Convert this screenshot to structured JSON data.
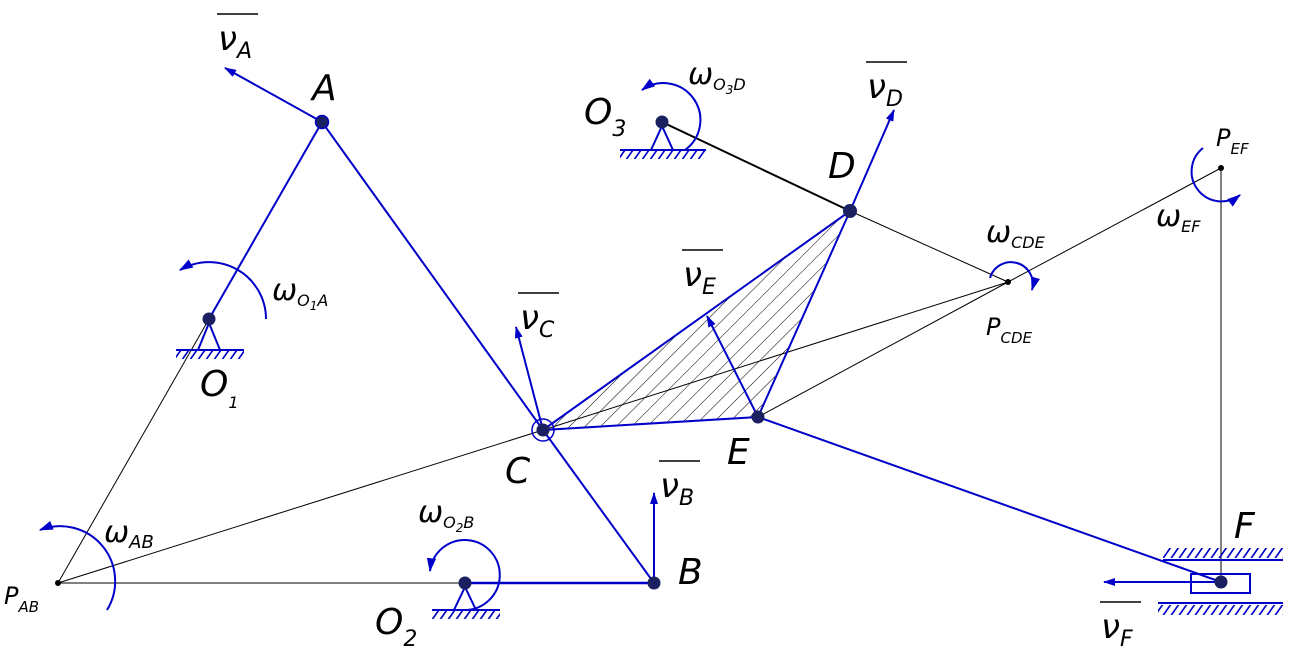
{
  "colors": {
    "link": "#0000c8",
    "thin": "#000000",
    "vector": "#0000c8",
    "ground": "#0000c8"
  },
  "points": {
    "A": "A",
    "B": "B",
    "C": "C",
    "D": "D",
    "E": "E",
    "F": "F",
    "O1": "O",
    "O1_sub": "1",
    "O2": "O",
    "O2_sub": "2",
    "O3": "O",
    "O3_sub": "3"
  },
  "velocities": {
    "vA": "ν",
    "vA_sub": "A",
    "vB": "ν",
    "vB_sub": "B",
    "vC": "ν",
    "vC_sub": "C",
    "vD": "ν",
    "vD_sub": "D",
    "vE": "ν",
    "vE_sub": "E",
    "vF": "ν",
    "vF_sub": "F"
  },
  "angular": {
    "w": "ω",
    "O1A_sub": "O",
    "O1A_sub2": "1",
    "O1A_sub3": "A",
    "O2B_sub": "O",
    "O2B_sub2": "2",
    "O2B_sub3": "B",
    "O3D_sub": "O",
    "O3D_sub2": "3",
    "O3D_sub3": "D",
    "AB_sub": "AB",
    "CDE_sub": "CDE",
    "EF_sub": "EF"
  },
  "poles": {
    "P": "P",
    "AB_sub": "AB",
    "CDE_sub": "CDE",
    "EF_sub": "EF"
  }
}
